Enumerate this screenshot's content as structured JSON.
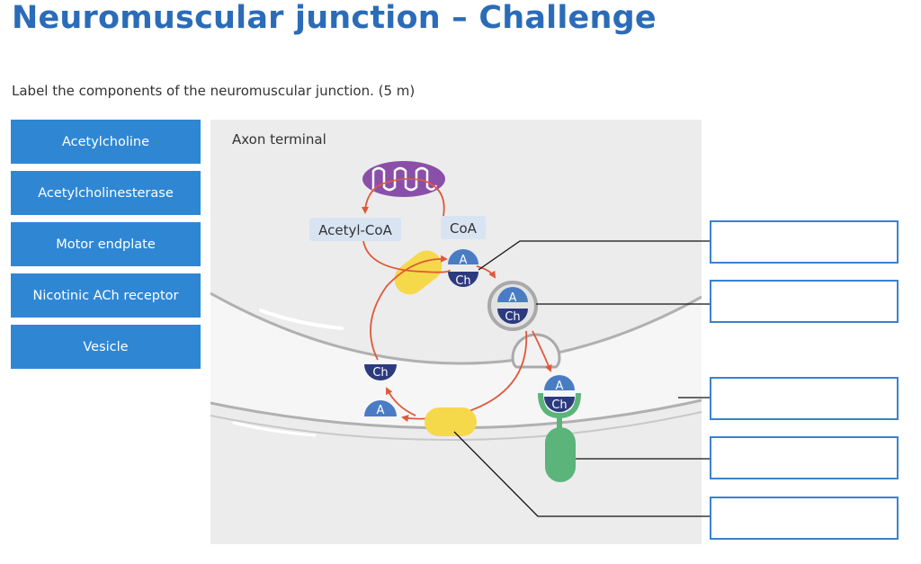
{
  "title": "Neuromuscular junction – Challenge",
  "instruction": "Label the components of the neuromuscular junction. (5 m)",
  "labels": [
    "Acetylcholine",
    "Acetylcholinesterase",
    "Motor endplate",
    "Nicotinic ACh receptor",
    "Vesicle"
  ],
  "diagram": {
    "region_label": "Axon terminal",
    "acetyl_coa": "Acetyl-CoA",
    "coa": "CoA",
    "a": "A",
    "ch": "Ch"
  },
  "drop_box_count": 5,
  "colors": {
    "title": "#2b6cb8",
    "label_button": "#2f87d4",
    "drop_border": "#3a82cc",
    "dark_blue": "#2c3a7e",
    "mid_blue": "#4a7cc4",
    "arrow": "#e0583a",
    "enzyme": "#f5d94a",
    "receptor": "#5bb47a",
    "mitochondrion": "#8a4fa8"
  }
}
